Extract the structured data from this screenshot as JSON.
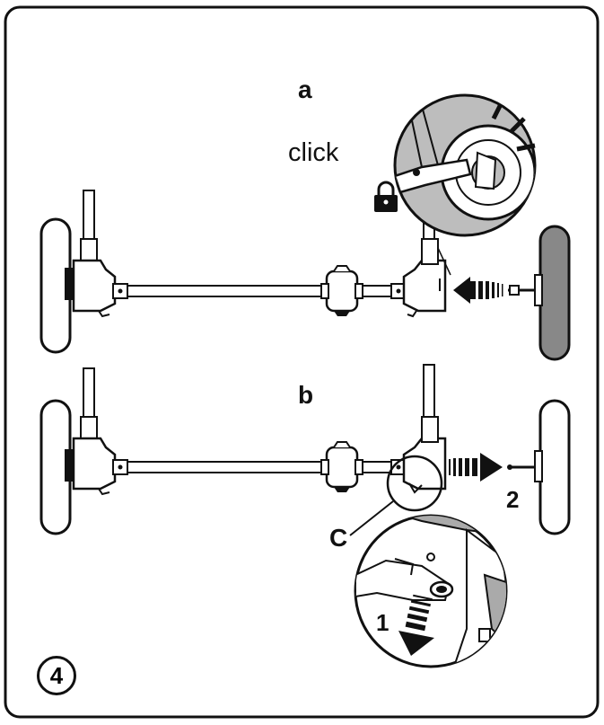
{
  "labels": {
    "a": "a",
    "click": "click",
    "b": "b",
    "c": "C",
    "two": "2",
    "one": "1",
    "step": "4"
  },
  "colors": {
    "line": "#111111",
    "wheel_fill": "#ffffff",
    "wheel_grey": "#888888",
    "inset_grey": "#aaaaaa"
  },
  "icons": {
    "lock": "padlock-icon",
    "arrow_in": "dashed-arrow-left-icon",
    "arrow_out": "dashed-arrow-right-icon",
    "arrow_down": "dashed-arrow-down-icon"
  }
}
